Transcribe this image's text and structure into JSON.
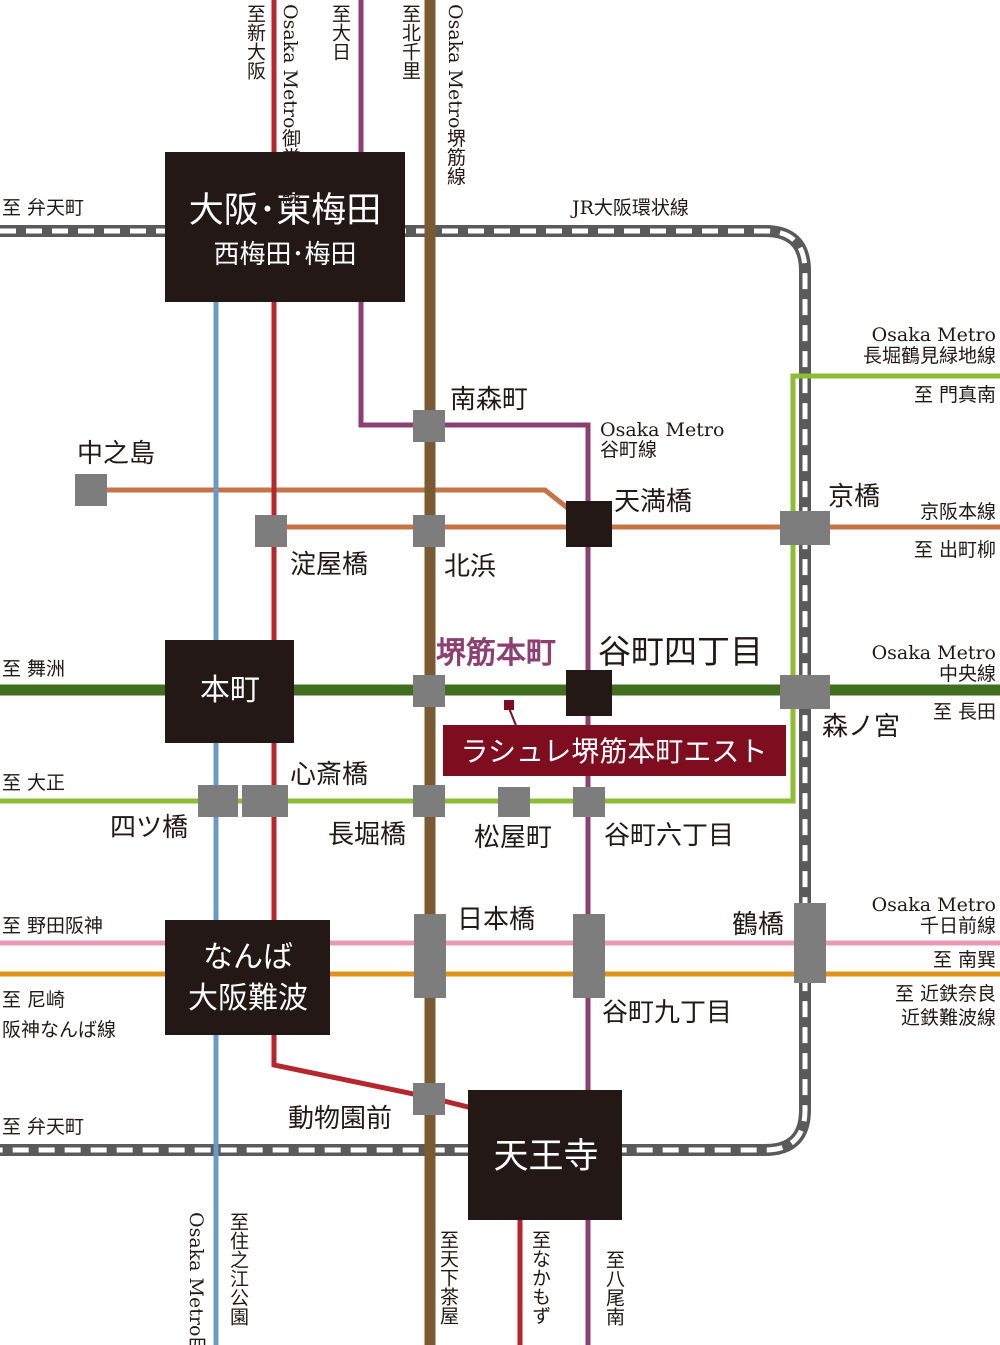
{
  "colors": {
    "jr_loop": "#5a5a5a",
    "jr_dash": "#ffffff",
    "midosuji": "#b5262d",
    "sakaisuji": "#7a5a32",
    "tanimachi": "#8b3f72",
    "chuo": "#3f6f1e",
    "nagahori": "#8dbd35",
    "yotsubashi": "#6b9ac8",
    "keihan": "#c47446",
    "sennichimae": "#e99bb6",
    "kintetsu": "#e0931a",
    "property": "#7d0d1f",
    "hub": "#231815",
    "station": "#7d7d7d"
  },
  "hubs": {
    "umeda_main": "大阪･東梅田",
    "umeda_sub": "西梅田･梅田",
    "honmachi": "本町",
    "namba_1": "なんば",
    "namba_2": "大阪難波",
    "tennoji": "天王寺",
    "tanimachi4": "谷町四丁目",
    "tenmabashi": "天満橋"
  },
  "stations": {
    "minamimorimachi": "南森町",
    "nakanoshima": "中之島",
    "yodoyabashi": "淀屋橋",
    "kitahama": "北浜",
    "kyobashi": "京橋",
    "sakaisuji_honmachi": "堺筋本町",
    "morinomiya": "森ノ宮",
    "shinsaibashi": "心斎橋",
    "yotsubashi": "四ツ橋",
    "nagahoribashi": "長堀橋",
    "matsuyamachi": "松屋町",
    "tanimachi6": "谷町六丁目",
    "nipponbashi": "日本橋",
    "tsuruhashi": "鶴橋",
    "tanimachi9": "谷町九丁目",
    "dobutsuenmae": "動物園前"
  },
  "property": {
    "name": "ラシュレ堺筋本町エスト"
  },
  "labels": {
    "to_shinosaka": "至新大阪",
    "midosuji_line": "Osaka Metro御堂筋線",
    "to_dainichi": "至大日",
    "to_kitasenri": "至北千里",
    "sakaisuji_line": "Osaka Metro堺筋線",
    "to_bentencho_top": "至 弁天町",
    "jr_loop": "JR大阪環状線",
    "nagahori_line_1": "Osaka Metro",
    "nagahori_line_2": "長堀鶴見緑地線",
    "to_kadomaminami": "至 門真南",
    "tanimachi_line_1": "Osaka Metro",
    "tanimachi_line_2": "谷町線",
    "keihan_line": "京阪本線",
    "to_demachiyanagi": "至 出町柳",
    "to_maishima": "至 舞洲",
    "chuo_line_1": "Osaka Metro",
    "chuo_line_2": "中央線",
    "to_nagata": "至 長田",
    "to_taisho": "至 大正",
    "to_nodahanshin": "至 野田阪神",
    "sennichimae_line_1": "Osaka Metro",
    "sennichimae_line_2": "千日前線",
    "to_minamitatsumi": "至 南巽",
    "to_amagasaki": "至 尼崎",
    "hanshin_namba": "阪神なんば線",
    "to_kintetsunara": "至 近鉄奈良",
    "kintetsu_namba": "近鉄難波線",
    "to_bentencho_bottom": "至 弁天町",
    "yotsubashi_line": "Osaka Metro四つ橋線",
    "to_suminoekoen": "至住之江公園",
    "to_tengachaya": "至天下茶屋",
    "to_nakamozu": "至なかもず",
    "to_yaominami": "至八尾南"
  }
}
